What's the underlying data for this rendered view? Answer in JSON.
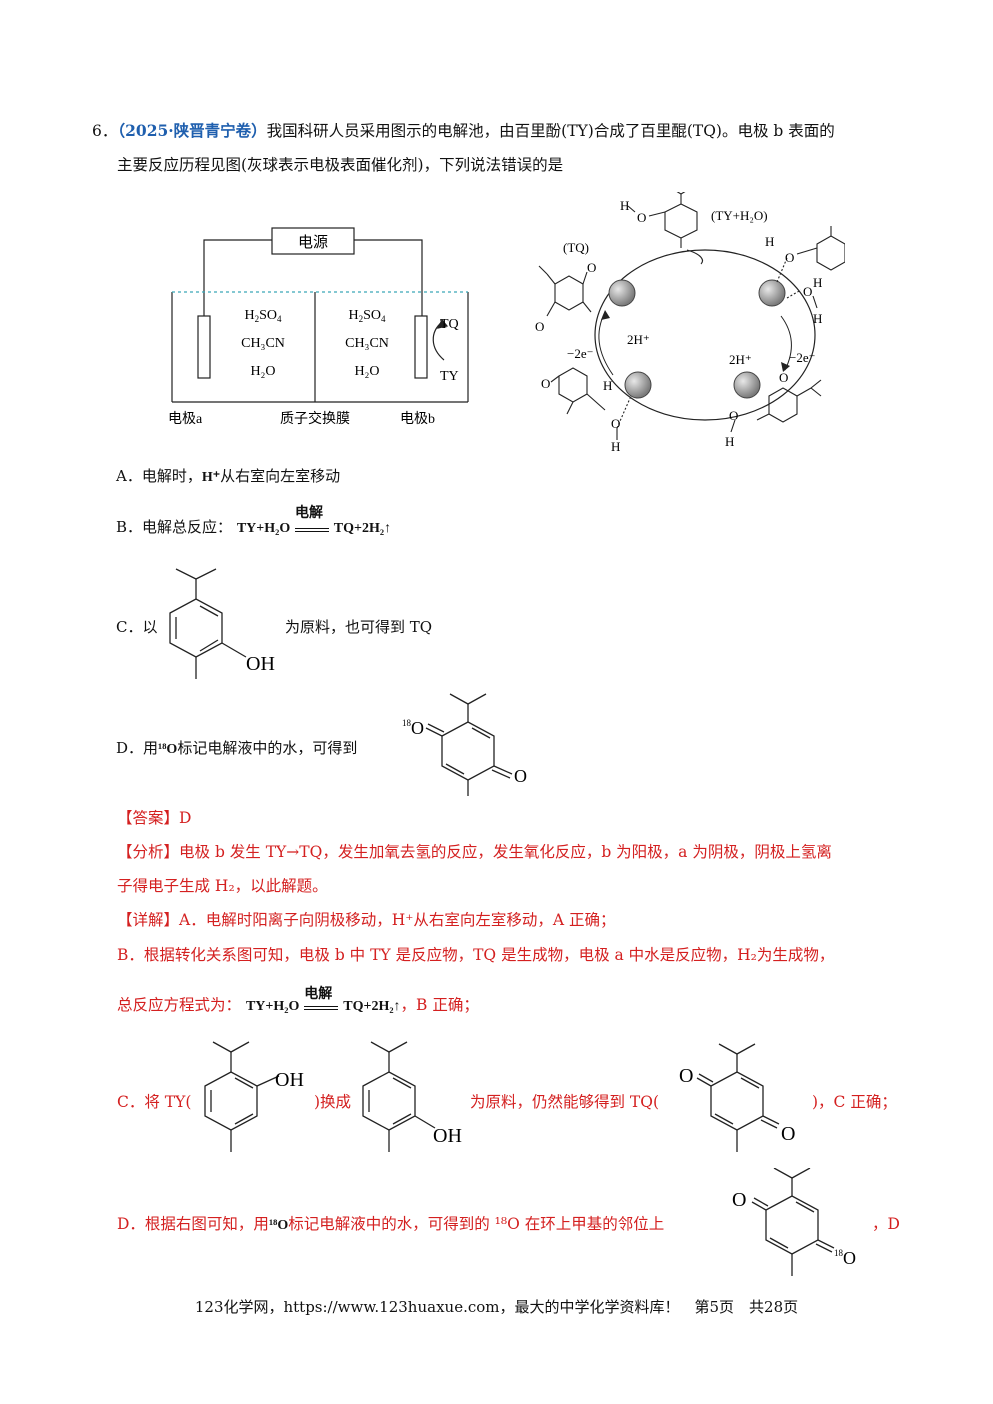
{
  "question": {
    "number": "6．",
    "source": "（2025·陕晋青宁卷）",
    "stem_line1": "我国科研人员采用图示的电解池，由百里酚(TY)合成了百里醌(TQ)。电极 b 表面的",
    "stem_line2": "主要反应历程见图(灰球表示电极表面催化剂)，下列说法错误的是"
  },
  "cell_diagram": {
    "power": "电源",
    "left_solution": [
      "H",
      "CH₃CN",
      "H₂O"
    ],
    "right_solution": [
      "H",
      "CH₃CN",
      "H₂O"
    ],
    "tq": "TQ",
    "ty": "TY",
    "electrode_a": "电极a",
    "membrane": "质子交换膜",
    "electrode_b": "电极b"
  },
  "cycle_diagram": {
    "tq_label": "(TQ)",
    "ty_h2o_label": "(TY+H₂O)",
    "proton_left": "2H⁺",
    "proton_right": "2H⁺",
    "electron_left": "−2e⁻",
    "electron_right": "−2e⁻",
    "h": "H",
    "o": "O"
  },
  "options": {
    "A": "A．电解时，",
    "A_ion": "H⁺",
    "A_rest": "从右室向左室移动",
    "B": "B．电解总反应：",
    "B_eq": "TY+H₂O",
    "B_cond": "电解",
    "B_prod": "TQ+2H₂",
    "C_prefix": "C．以",
    "C_suffix": "为原料，也可得到 TQ",
    "D_prefix": "D．用",
    "D_iso": "¹⁸O",
    "D_suffix": "标记电解液中的水，可得到",
    "oh": "OH"
  },
  "answer": {
    "label": "【答案】D",
    "analysis_label": "【分析】",
    "analysis_line1": "电极 b 发生 TY→TQ，发生加氧去氢的反应，发生氧化反应，b 为阳极，a 为阴极，阴极上氢离",
    "analysis_line2": "子得电子生成 H₂，以此解题。",
    "detail_label": "【详解】",
    "detail_A": "A．电解时阳离子向阴极移动，H⁺从右室向左室移动，A 正确；",
    "detail_B1": "B．根据转化关系图可知，电极 b 中 TY 是反应物，TQ 是生成物，电极 a 中水是反应物，H₂为生成物，",
    "detail_B2": "总反应方程式为：",
    "detail_B2_end": "，B 正确；",
    "detail_C_a": "C．将 TY(",
    "detail_C_b": ")换成",
    "detail_C_c": "为原料，仍然能够得到 TQ(",
    "detail_C_d": ")，C 正确；",
    "detail_D_a": "D．根据右图可知，用",
    "detail_D_b": "标记电解液中的水，可得到的 ¹⁸O 在环上甲基的邻位上",
    "detail_D_c": "，D"
  },
  "footer": "123化学网，https://www.123huaxue.com，最大的中学化学资料库！　第5页　共28页"
}
